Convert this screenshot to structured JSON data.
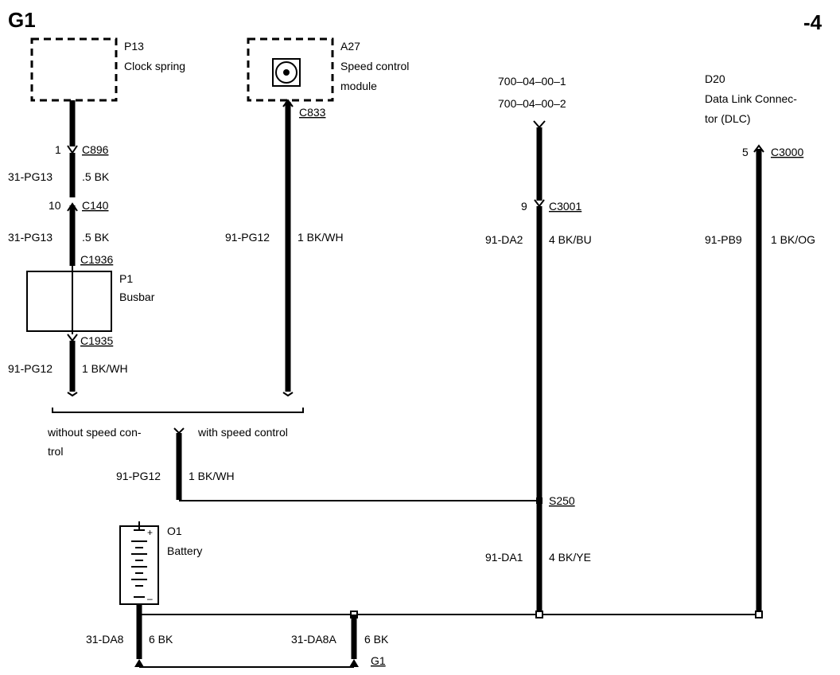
{
  "page": {
    "title": "G1",
    "page_number": "-4"
  },
  "components": {
    "p13": {
      "ref": "P13",
      "name": "Clock spring"
    },
    "a27": {
      "ref": "A27",
      "name_line1": "Speed control",
      "name_line2": "module"
    },
    "ref_links": {
      "line1": "700–04–00–1",
      "line2": "700–04–00–2"
    },
    "d20": {
      "ref": "D20",
      "name_line1": "Data Link Connec-",
      "name_line2": "tor (DLC)"
    },
    "p1": {
      "ref": "P1",
      "name": "Busbar"
    },
    "o1": {
      "ref": "O1",
      "name": "Battery"
    }
  },
  "connectors": {
    "c896": {
      "pin": "1",
      "id": "C896"
    },
    "c140": {
      "pin": "10",
      "id": "C140"
    },
    "c1936": {
      "id": "C1936"
    },
    "c1935": {
      "id": "C1935"
    },
    "c833": {
      "id": "C833"
    },
    "c3001": {
      "pin": "9",
      "id": "C3001"
    },
    "c3000": {
      "pin": "5",
      "id": "C3000"
    }
  },
  "wires": {
    "pg13_a": {
      "circuit": "31-PG13",
      "spec": ".5 BK"
    },
    "pg13_b": {
      "circuit": "31-PG13",
      "spec": ".5 BK"
    },
    "pg12_busbar": {
      "circuit": "91-PG12",
      "spec": "1 BK/WH"
    },
    "pg12_module": {
      "circuit": "91-PG12",
      "spec": "1 BK/WH"
    },
    "da2": {
      "circuit": "91-DA2",
      "spec": "4 BK/BU"
    },
    "pb9": {
      "circuit": "91-PB9",
      "spec": "1 BK/OG"
    },
    "pg12_merged": {
      "circuit": "91-PG12",
      "spec": "1 BK/WH"
    },
    "da1": {
      "circuit": "91-DA1",
      "spec": "4 BK/YE"
    },
    "da8": {
      "circuit": "31-DA8",
      "spec": "6 BK"
    },
    "da8a": {
      "circuit": "31-DA8A",
      "spec": "6 BK"
    }
  },
  "options": {
    "without_line1": "without speed con-",
    "without_line2": "trol",
    "with": "with speed control"
  },
  "splice": {
    "id": "S250"
  },
  "ground": {
    "id": "G1"
  }
}
